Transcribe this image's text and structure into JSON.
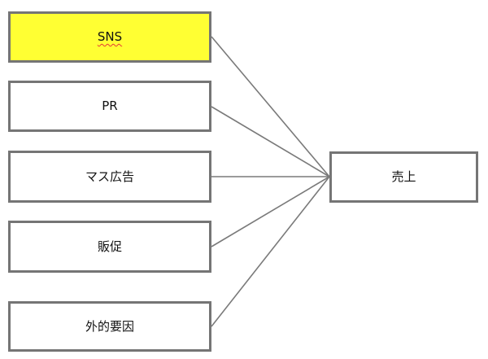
{
  "diagram": {
    "source_nodes": [
      {
        "id": "sns",
        "label": "SNS",
        "highlighted": true,
        "highlight_color": "#ffff33"
      },
      {
        "id": "pr",
        "label": "PR",
        "highlighted": false
      },
      {
        "id": "mass",
        "label": "マス広告",
        "highlighted": false
      },
      {
        "id": "promo",
        "label": "販促",
        "highlighted": false
      },
      {
        "id": "ext",
        "label": "外的要因",
        "highlighted": false
      }
    ],
    "target_node": {
      "id": "sales",
      "label": "売上"
    },
    "edges": [
      {
        "from": "sns",
        "to": "sales"
      },
      {
        "from": "pr",
        "to": "sales"
      },
      {
        "from": "mass",
        "to": "sales"
      },
      {
        "from": "promo",
        "to": "sales"
      },
      {
        "from": "ext",
        "to": "sales"
      }
    ],
    "colors": {
      "border": "#757575",
      "connector": "#7a7a7a",
      "highlight": "#ffff33",
      "spellcheck_underline": "#e53935"
    }
  }
}
